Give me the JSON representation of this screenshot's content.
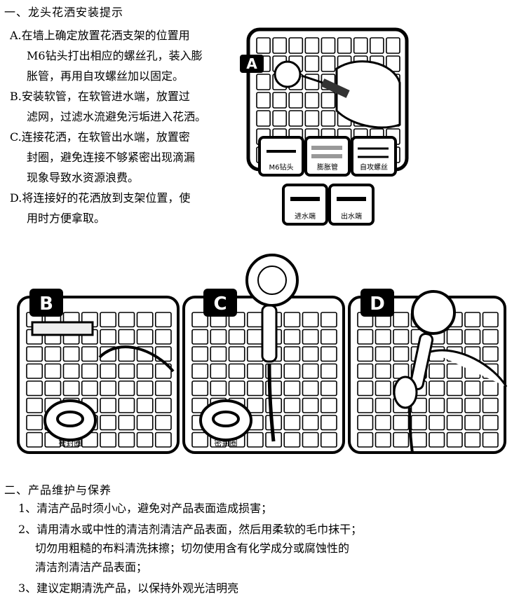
{
  "install": {
    "title": "一、龙头花洒安装提示",
    "steps": [
      {
        "lines": [
          "A.在墙上确定放置花洒支架的位置用",
          "M6钻头打出相应的螺丝孔，装入膨",
          "胀管，再用自攻螺丝加以固定。"
        ]
      },
      {
        "lines": [
          "B.安装软管，在软管进水端，放置过",
          "滤网，过滤水流避免污垢进入花洒。"
        ]
      },
      {
        "lines": [
          "C.连接花洒，在软管出水端，放置密",
          "封圈，避免连接不够紧密出现滴漏",
          "现象导致水资源浪费。"
        ]
      },
      {
        "lines": [
          "D.将连接好的花洒放到支架位置，使",
          "用时方便拿取。"
        ]
      }
    ]
  },
  "figures": {
    "a": {
      "badge": "A",
      "parts": [
        "M6钻头",
        "膨胀管",
        "自攻螺丝"
      ],
      "hose_ends": [
        "进水端",
        "出水端"
      ]
    },
    "b": {
      "badge": "B",
      "callout": "密封圈"
    },
    "c": {
      "badge": "C",
      "callout": "密封圈"
    },
    "d": {
      "badge": "D"
    }
  },
  "care": {
    "title": "二、产品维护与保养",
    "items": [
      {
        "lines": [
          "1、清洁产品时须小心，避免对产品表面造成损害；"
        ]
      },
      {
        "lines": [
          "2、请用清水或中性的清洁剂清洁产品表面，然后用柔软的毛巾抹干；",
          "切勿用粗糙的布料清洗抹擦；切勿使用含有化学成分或腐蚀性的",
          "清洁剂清洁产品表面；"
        ]
      },
      {
        "lines": [
          "3、建议定期清洗产品，以保持外观光洁明亮"
        ]
      }
    ]
  }
}
